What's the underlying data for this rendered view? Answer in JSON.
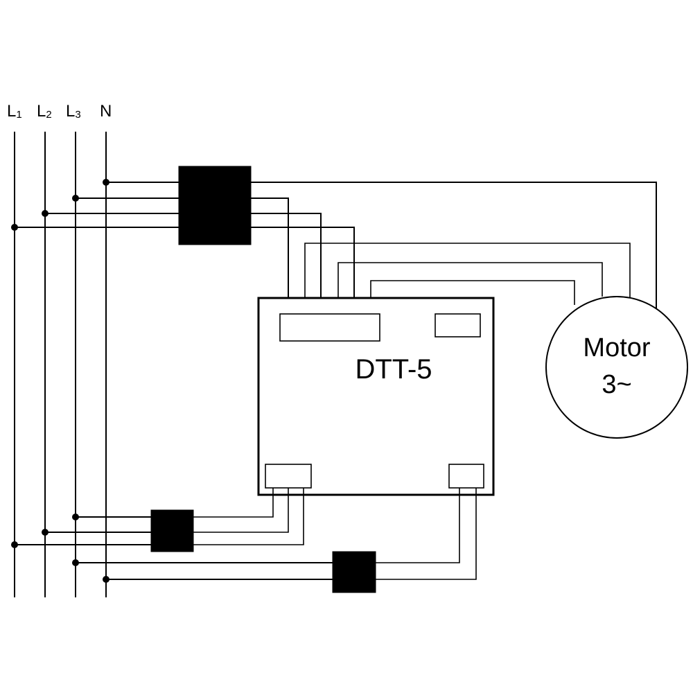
{
  "lines": [
    {
      "id": "L1",
      "letter": "L",
      "sub": "1"
    },
    {
      "id": "L2",
      "letter": "L",
      "sub": "2"
    },
    {
      "id": "L3",
      "letter": "L",
      "sub": "3"
    },
    {
      "id": "N",
      "letter": "N",
      "sub": ""
    }
  ],
  "device": {
    "label": "DTT-5"
  },
  "motor": {
    "line1": "Motor",
    "line2": "3~"
  }
}
